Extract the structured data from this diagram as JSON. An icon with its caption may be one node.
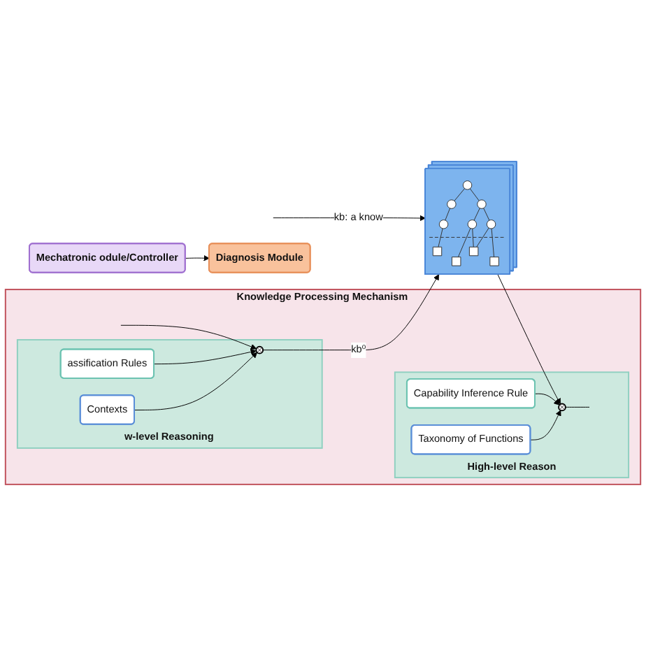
{
  "diagram": {
    "nodes": [
      {
        "text": [
          "Knowledge Processing Mechanism"
        ]
      },
      {
        "text": [
          "w-level Reasoning"
        ],
        "in": 0
      },
      {
        "text": [
          "assification Rules"
        ],
        "in": 1
      },
      {
        "text": [],
        "shape": "circle",
        "in": 1
      },
      {
        "text": [
          "Contexts"
        ],
        "in": 1
      },
      {
        "text": [
          "High-level Reason"
        ],
        "in": 0
      },
      {
        "text": [
          "Capability Inference Rule"
        ],
        "in": 5
      },
      {
        "text": [],
        "shape": "circle",
        "in": 5
      },
      {
        "text": [
          "Taxonomy of Functions"
        ],
        "in": 5
      },
      {
        "text": [
          "Diagnosis Module"
        ]
      },
      {
        "text": [
          "Mechatronic odule/Controller"
        ]
      },
      {
        "text": [],
        "shape": "picture"
      }
    ],
    "edges": [
      {
        "from": null,
        "to": 3,
        "arrow": "to"
      },
      {
        "from": 2,
        "to": 3,
        "arrow": "to"
      },
      {
        "from": 4,
        "to": 3,
        "arrow": "to"
      },
      {
        "from": 3,
        "to": 11,
        "arrow": "to",
        "label": "kb⁰"
      },
      {
        "from": 11,
        "to": 7,
        "arrow": "to"
      },
      {
        "from": 6,
        "to": 7,
        "arrow": "to"
      },
      {
        "from": 8,
        "to": 7,
        "arrow": "to"
      },
      {
        "from": 7,
        "to": null,
        "arrow": "none"
      },
      {
        "from": 10,
        "to": 9,
        "arrow": "to"
      },
      {
        "from": null,
        "to": 11,
        "arrow": "to",
        "label": "kb: a know"
      }
    ]
  }
}
